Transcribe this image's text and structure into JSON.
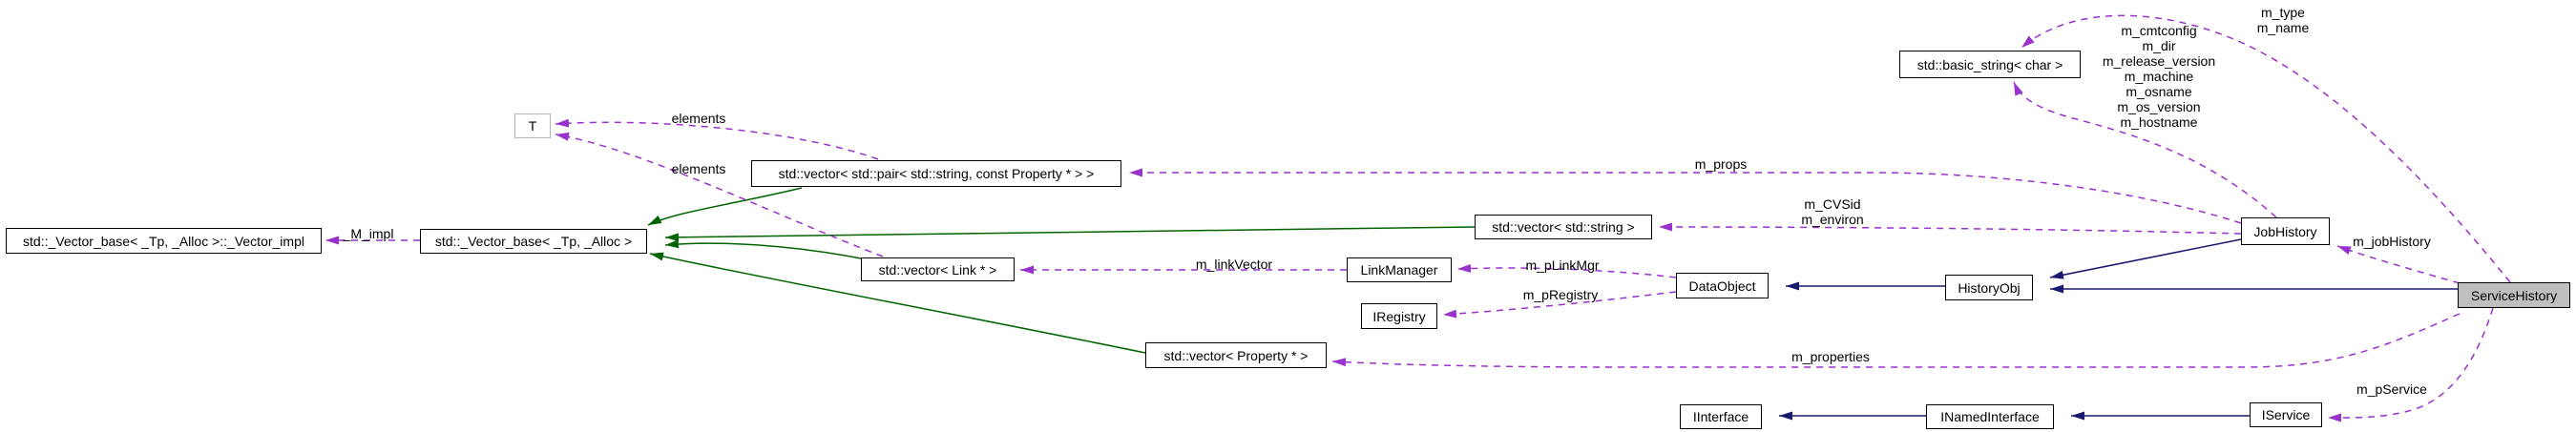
{
  "diagram": {
    "kind": "collaboration-graph",
    "colors": {
      "inheritance_edge": "#191970",
      "protected_inheritance_edge": "#006400",
      "usage_edge": "#9932cc",
      "node_border": "#000000",
      "focus_node_fill": "#bfbfbf",
      "template_param_border": "#b4b4b4"
    },
    "nodes": {
      "vector_impl": {
        "label": "std::_Vector_base< _Tp, _Alloc >::_Vector_impl"
      },
      "vector_base": {
        "label": "std::_Vector_base< _Tp, _Alloc >"
      },
      "t_param": {
        "label": "T"
      },
      "vector_pair": {
        "label": "std::vector< std::pair< std::string, const Property * > >"
      },
      "vector_link": {
        "label": "std::vector< Link * >"
      },
      "vector_property": {
        "label": "std::vector< Property * >"
      },
      "vector_string": {
        "label": "std::vector< std::string >"
      },
      "link_manager": {
        "label": "LinkManager"
      },
      "iregistry": {
        "label": "IRegistry"
      },
      "data_object": {
        "label": "DataObject"
      },
      "history_obj": {
        "label": "HistoryObj"
      },
      "job_history": {
        "label": "JobHistory"
      },
      "service_history": {
        "label": "ServiceHistory"
      },
      "basic_string": {
        "label": "std::basic_string< char >"
      },
      "iinterface": {
        "label": "IInterface"
      },
      "inamed_interface": {
        "label": "INamedInterface"
      },
      "iservice": {
        "label": "IService"
      }
    },
    "edge_labels": {
      "m_impl": "_M_impl",
      "elements_top": "elements",
      "elements_bottom": "elements",
      "m_props": "m_props",
      "jobhistory_strings": "m_cmtconfig\nm_dir\nm_release_version\nm_machine\nm_osname\nm_os_version\nm_hostname",
      "jobhistory_string_vector": "m_CVSid\nm_environ",
      "servicehistory_strings": "m_type\nm_name",
      "m_linkVector": "m_linkVector",
      "m_pLinkMgr": "m_pLinkMgr",
      "m_pRegistry": "m_pRegistry",
      "m_properties": "m_properties",
      "m_jobHistory": "m_jobHistory",
      "m_pService": "m_pService"
    }
  }
}
